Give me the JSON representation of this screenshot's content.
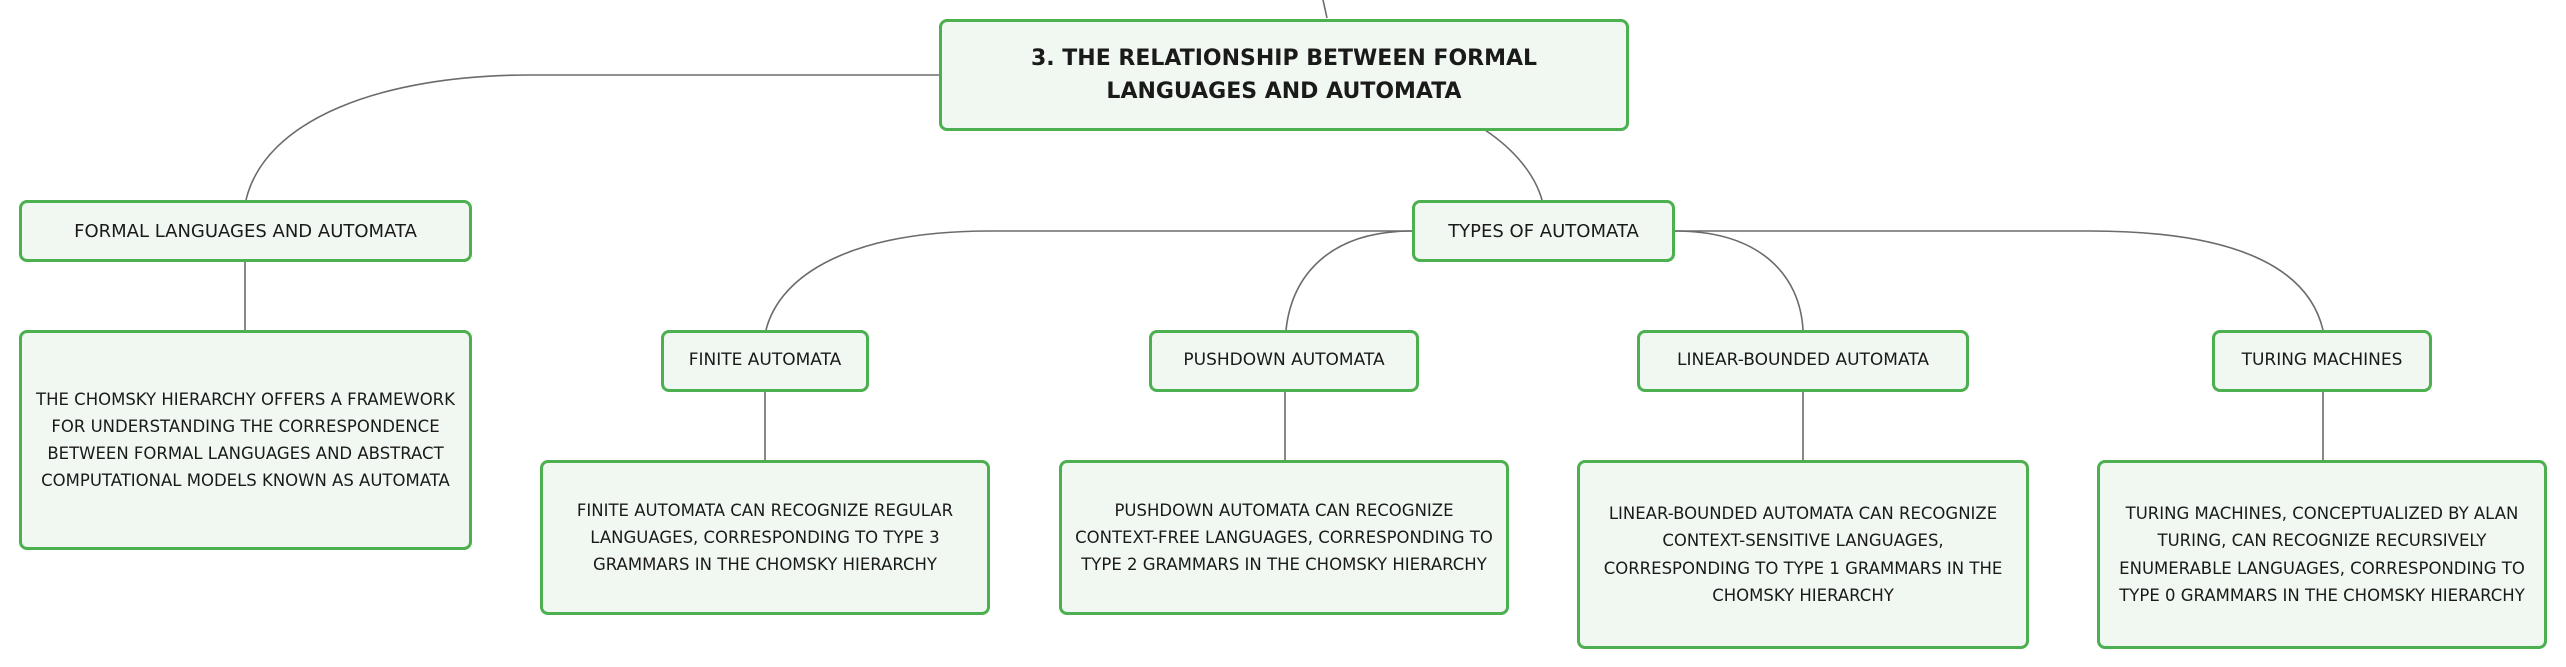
{
  "diagram": {
    "type": "mind-map",
    "colors": {
      "node_border": "#4caf50",
      "node_fill": "#f1f8f2",
      "connector": "#6b6b6b"
    },
    "root": {
      "title": "3. THE RELATIONSHIP BETWEEN FORMAL LANGUAGES AND AUTOMATA"
    },
    "formal_languages": {
      "title": "FORMAL LANGUAGES AND AUTOMATA",
      "detail": "THE CHOMSKY HIERARCHY OFFERS A FRAMEWORK FOR UNDERSTANDING THE CORRESPONDENCE BETWEEN FORMAL LANGUAGES AND ABSTRACT COMPUTATIONAL MODELS KNOWN AS AUTOMATA"
    },
    "types_of_automata": {
      "title": "TYPES OF AUTOMATA",
      "children": [
        {
          "title": "FINITE AUTOMATA",
          "detail": "FINITE AUTOMATA CAN RECOGNIZE REGULAR LANGUAGES, CORRESPONDING TO TYPE 3 GRAMMARS IN THE CHOMSKY HIERARCHY"
        },
        {
          "title": "PUSHDOWN AUTOMATA",
          "detail": "PUSHDOWN AUTOMATA CAN RECOGNIZE CONTEXT-FREE LANGUAGES, CORRESPONDING TO TYPE 2 GRAMMARS IN THE CHOMSKY HIERARCHY"
        },
        {
          "title": "LINEAR-BOUNDED AUTOMATA",
          "detail": "LINEAR-BOUNDED AUTOMATA CAN RECOGNIZE CONTEXT-SENSITIVE LANGUAGES, CORRESPONDING TO TYPE 1 GRAMMARS IN THE CHOMSKY HIERARCHY"
        },
        {
          "title": "TURING MACHINES",
          "detail": "TURING MACHINES, CONCEPTUALIZED BY ALAN TURING, CAN RECOGNIZE RECURSIVELY ENUMERABLE LANGUAGES, CORRESPONDING TO TYPE 0 GRAMMARS IN THE CHOMSKY HIERARCHY"
        }
      ]
    }
  }
}
